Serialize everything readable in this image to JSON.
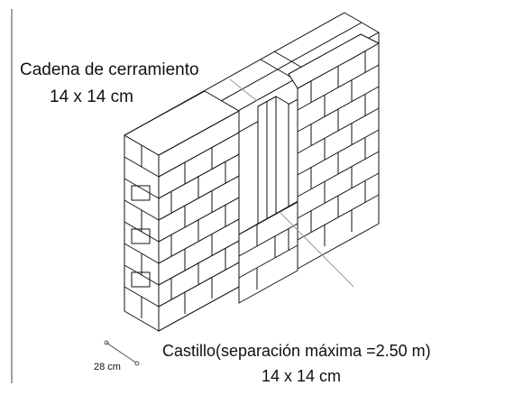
{
  "labels": {
    "cadena_line1": "Cadena de cerramiento",
    "cadena_line2": "14 x 14 cm",
    "castillo_line1": "Castillo(separación máxima =2.50 m)",
    "castillo_line2": "14 x 14 cm",
    "dimension": "28 cm"
  },
  "colors": {
    "line": "#111111",
    "background": "#ffffff",
    "leader": "#999999"
  }
}
